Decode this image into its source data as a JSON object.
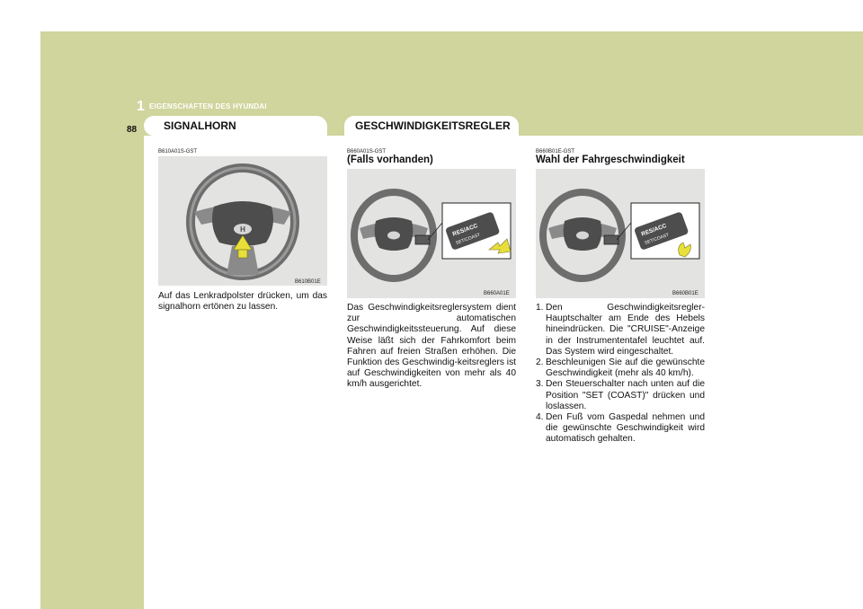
{
  "header": {
    "chapter_number": "1",
    "chapter_title": "EIGENSCHAFTEN DES HYUNDAI",
    "page_number": "88"
  },
  "col1": {
    "tab": "SIGNALHORN",
    "code": "B610A01S-GST",
    "figure_code": "B610B01E",
    "text": "Auf das Lenkradpolster drücken, um das signalhorn ertönen zu lassen."
  },
  "col2": {
    "tab": "GESCHWINDIGKEITSREGLER",
    "code": "B660A01S-GST",
    "heading": "(Falls vorhanden)",
    "figure_code": "B660A01E",
    "text": "Das Geschwindigkeitsreglersystem dient zur automatischen Geschwindigkeitssteuerung. Auf diese Weise läßt sich der Fahrkomfort beim Fahren auf freien Straßen erhöhen. Die Funktion des Geschwindig-keitsreglers ist auf Geschwindigkeiten von mehr als 40 km/h ausgerichtet."
  },
  "col3": {
    "code": "B660B01E-GST",
    "heading": "Wahl der Fahrgeschwindigkeit",
    "figure_code": "B660B01E",
    "steps": [
      {
        "num": "1.",
        "text": "Den Geschwindigkeitsregler-Hauptschalter am Ende des Hebels hineindrücken. Die \"CRUISE\"-Anzeige in der Instrumententafel leuchtet auf. Das System wird eingeschaltet."
      },
      {
        "num": "2.",
        "text": "Beschleunigen Sie auf die gewünschte Geschwindigkeit (mehr als 40 km/h)."
      },
      {
        "num": "3.",
        "text": "Den Steuerschalter nach unten auf die Position \"SET (COAST)\" drücken und loslassen."
      },
      {
        "num": "4.",
        "text": "Den Fuß vom Gaspedal nehmen und die gewünschte Geschwindigkeit wird automatisch gehalten."
      }
    ]
  },
  "switch_labels": {
    "res": "RES/ACC",
    "set": "SET/COAST"
  },
  "colors": {
    "page_bg": "#cfd59c",
    "arrow": "#e8df3a",
    "figure_bg": "#e3e3e1"
  }
}
